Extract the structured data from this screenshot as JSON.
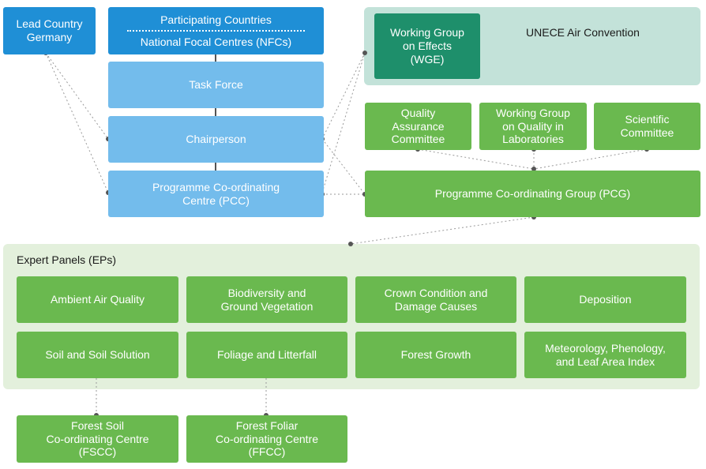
{
  "colors": {
    "blue_dark": "#1f8fd6",
    "blue_light": "#73bcec",
    "green": "#6ab94f",
    "green_dark": "#1e8f6b",
    "teal_panel": "#c3e2d9",
    "ep_panel": "#e3f0dc",
    "connector": "#9a9a9a"
  },
  "lead_country": {
    "line1": "Lead Country",
    "line2": "Germany"
  },
  "participating": {
    "top": "Participating Countries",
    "bottom": "National Focal Centres (NFCs)"
  },
  "task_force": "Task Force",
  "chairperson": "Chairperson",
  "pcc": "Programme Co-ordinating\nCentre (PCC)",
  "unece": {
    "title": "UNECE Air Convention",
    "wge": "Working Group\non Effects\n(WGE)"
  },
  "committees": [
    {
      "label": "Quality\nAssurance\nCommittee"
    },
    {
      "label": "Working Group\non Quality in\nLaboratories"
    },
    {
      "label": "Scientific\nCommittee"
    }
  ],
  "pcg": "Programme Co-ordinating Group (PCG)",
  "expert_panels": {
    "title": "Expert Panels (EPs)",
    "items": [
      {
        "label": "Ambient Air Quality"
      },
      {
        "label": "Biodiversity and\nGround Vegetation"
      },
      {
        "label": "Crown Condition and\nDamage Causes"
      },
      {
        "label": "Deposition"
      },
      {
        "label": "Soil and Soil Solution"
      },
      {
        "label": "Foliage and Litterfall"
      },
      {
        "label": "Forest Growth"
      },
      {
        "label": "Meteorology, Phenology,\nand Leaf Area Index"
      }
    ]
  },
  "centres": [
    {
      "label": "Forest Soil\nCo-ordinating Centre\n(FSCC)"
    },
    {
      "label": "Forest Foliar\nCo-ordinating Centre\n(FFCC)"
    }
  ]
}
